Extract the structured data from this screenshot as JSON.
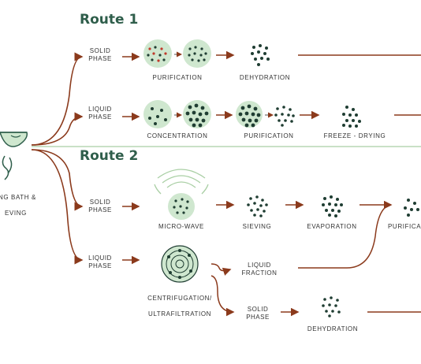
{
  "routes": {
    "route1_title": "Route 1",
    "route2_title": "Route 2"
  },
  "source": {
    "label_line1": "NG BATH &",
    "label_line2": "EVING"
  },
  "route1": {
    "solid_phase_line1": "SOLID",
    "solid_phase_line2": "PHASE",
    "liquid_phase_line1": "LIQUID",
    "liquid_phase_line2": "PHASE",
    "purification": "PURIFICATION",
    "dehydration": "DEHYDRATION",
    "concentration": "CONCENTRATION",
    "purification2": "PURIFICATION",
    "freeze_drying": "FREEZE - DRYING"
  },
  "route2": {
    "solid_phase_line1": "SOLID",
    "solid_phase_line2": "PHASE",
    "liquid_phase_line1": "LIQUID",
    "liquid_phase_line2": "PHASE",
    "microwave": "MICRO-WAVE",
    "sieving": "SIEVING",
    "evaporation": "EVAPORATION",
    "purification": "PURIFICA",
    "centrifugation_line1": "CENTRIFUGATION/",
    "centrifugation_line2": "ULTRAFILTRATION",
    "liquid_fraction_line1": "LIQUID",
    "liquid_fraction_line2": "FRACTION",
    "solid_phase2_line1": "SOLID",
    "solid_phase2_line2": "PHASE",
    "dehydration": "DEHYDRATION"
  },
  "colors": {
    "arrow": "#8b3a1c",
    "circle_fill": "#cfe7cf",
    "particle": "#1f3d32",
    "title": "#2f5e4b",
    "divider": "#a9cfa4"
  }
}
